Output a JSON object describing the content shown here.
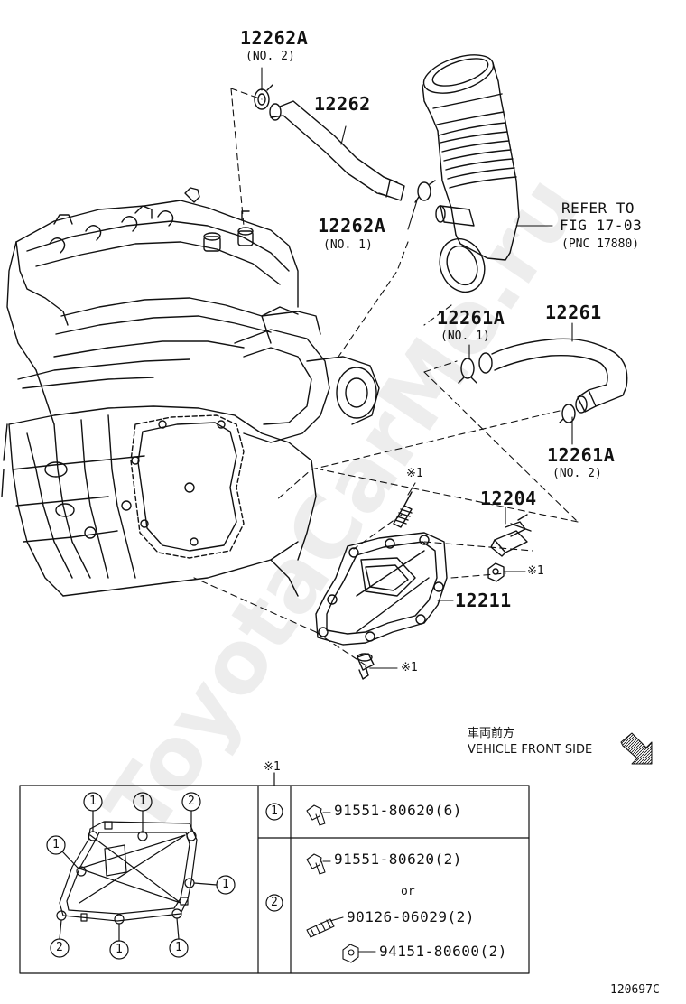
{
  "watermark": "ToyotaCarMe.ru",
  "callouts": {
    "p12262A_no2": {
      "pn": "12262A",
      "sub": "(NO. 2)"
    },
    "p12262": {
      "pn": "12262"
    },
    "p12262A_no1": {
      "pn": "12262A",
      "sub": "(NO. 1)"
    },
    "refer": {
      "line1": "REFER TO",
      "line2": "FIG 17-03",
      "line3": "(PNC 17880)"
    },
    "p12261A_no1": {
      "pn": "12261A",
      "sub": "(NO. 1)"
    },
    "p12261": {
      "pn": "12261"
    },
    "p12261A_no2": {
      "pn": "12261A",
      "sub": "(NO. 2)"
    },
    "p12204": {
      "pn": "12204"
    },
    "p12211": {
      "pn": "12211"
    },
    "mark_stud": "※1",
    "mark_nut": "※1",
    "mark_bolt": "※1"
  },
  "front_note": {
    "jp": "車両前方",
    "en": "VEHICLE FRONT SIDE"
  },
  "table": {
    "title": "※1",
    "rows": [
      {
        "mark": "1",
        "parts": [
          "91551-80620(6)"
        ]
      },
      {
        "mark": "2",
        "parts": [
          "91551-80620(2)",
          "or",
          "90126-06029(2)",
          "94151-80600(2)"
        ]
      }
    ]
  },
  "inset_marks": [
    "1",
    "1",
    "2",
    "1",
    "1",
    "2",
    "1",
    "1"
  ],
  "figure_id": "120697C"
}
